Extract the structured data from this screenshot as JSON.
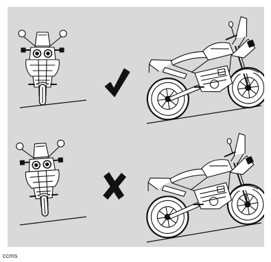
{
  "figure": {
    "caption": "ccms",
    "background_color": "#d9d9d9",
    "line_color": "#111111",
    "rows": [
      {
        "status": "correct",
        "symbol_icon": "check-mark-icon"
      },
      {
        "status": "incorrect",
        "symbol_icon": "cross-mark-icon"
      }
    ]
  }
}
